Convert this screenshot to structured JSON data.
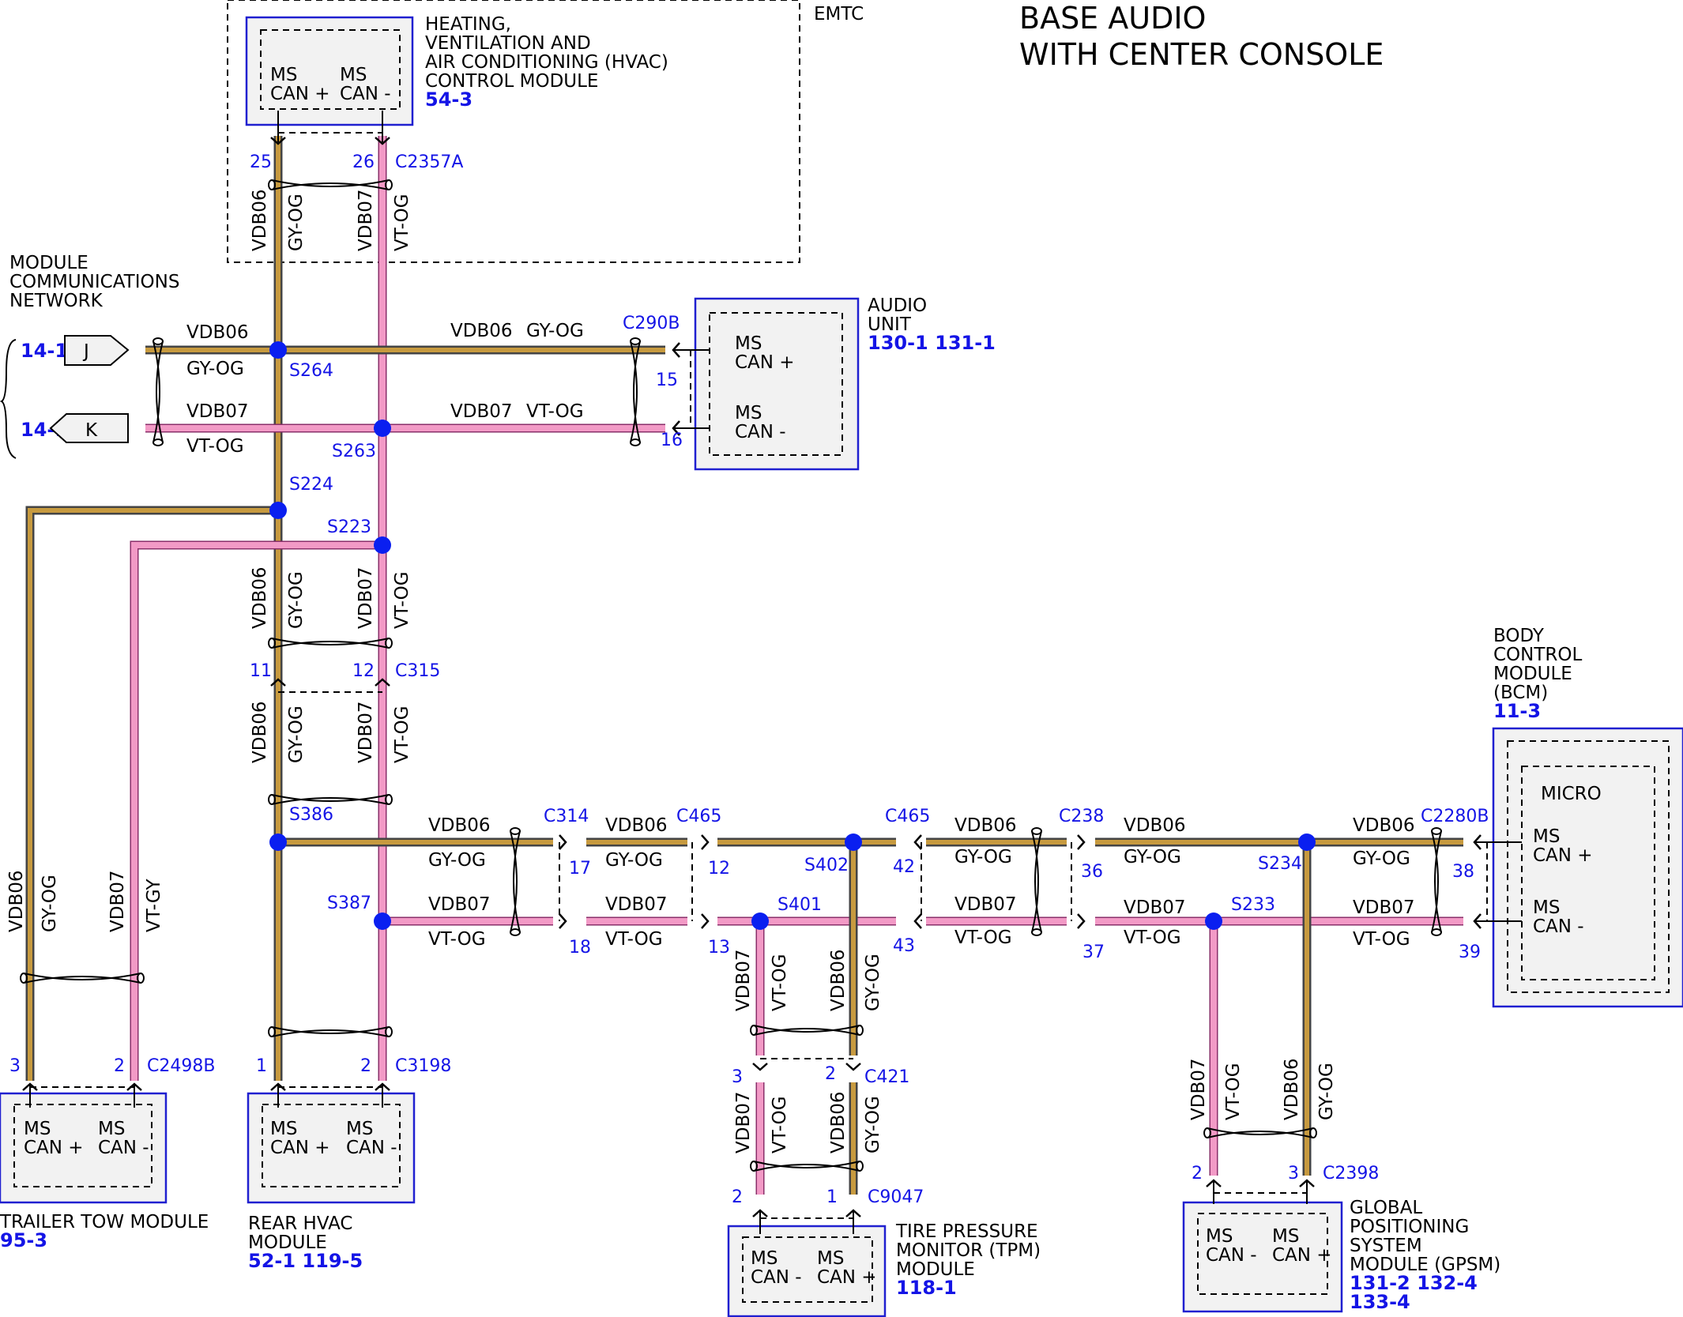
{
  "title": {
    "line1": "BASE AUDIO",
    "line2": "WITH CENTER CONSOLE"
  },
  "emtc": "EMTC",
  "wire": {
    "vdb06": "VDB06",
    "vdb07": "VDB07",
    "gy_og": "GY-OG",
    "vt_og": "VT-OG",
    "vt_gy": "VT-GY"
  },
  "colors": {
    "gy_og_fill": "#c79a3f",
    "vt_og_fill": "#f29ac6",
    "splice": "#0a1ff0",
    "module_border": "#2020d0",
    "label_blue": "#1414e6"
  },
  "mcn": {
    "line1": "MODULE",
    "line2": "COMMUNICATIONS",
    "line3": "NETWORK",
    "ref_j": "14-1",
    "ref_k": "14-1",
    "pin_j": "J",
    "pin_k": "K"
  },
  "modules": {
    "hvac": {
      "l1": "HEATING,",
      "l2": "VENTILATION AND",
      "l3": "AIR CONDITIONING (HVAC)",
      "l4": "CONTROL MODULE",
      "ref": "54-3",
      "p1a": "MS",
      "p1b": "CAN +",
      "p2a": "MS",
      "p2b": "CAN -"
    },
    "audio": {
      "l1": "AUDIO",
      "l2": "UNIT",
      "ref": "130-1 131-1",
      "p1a": "MS",
      "p1b": "CAN +",
      "p2a": "MS",
      "p2b": "CAN -"
    },
    "bcm": {
      "l1": "BODY",
      "l2": "CONTROL",
      "l3": "MODULE",
      "l4": "(BCM)",
      "ref": "11-3",
      "micro": "MICRO",
      "p1a": "MS",
      "p1b": "CAN +",
      "p2a": "MS",
      "p2b": "CAN -"
    },
    "trailer": {
      "l1": "TRAILER TOW MODULE",
      "ref": "95-3",
      "p1a": "MS",
      "p1b": "CAN +",
      "p2a": "MS",
      "p2b": "CAN -"
    },
    "rear_hvac": {
      "l1": "REAR HVAC",
      "l2": "MODULE",
      "ref": "52-1  119-5",
      "p1a": "MS",
      "p1b": "CAN +",
      "p2a": "MS",
      "p2b": "CAN -"
    },
    "tpm": {
      "l1": "TIRE PRESSURE",
      "l2": "MONITOR (TPM)",
      "l3": "MODULE",
      "ref": "118-1",
      "p1a": "MS",
      "p1b": "CAN -",
      "p2a": "MS",
      "p2b": "CAN +"
    },
    "gpsm": {
      "l1": "GLOBAL",
      "l2": "POSITIONING",
      "l3": "SYSTEM",
      "l4": "MODULE (GPSM)",
      "ref1": "131-2 132-4",
      "ref2": "133-4",
      "p1a": "MS",
      "p1b": "CAN -",
      "p2a": "MS",
      "p2b": "CAN +"
    }
  },
  "connectors": {
    "c2357a": "C2357A",
    "c290b": "C290B",
    "c315": "C315",
    "c314": "C314",
    "c465a": "C465",
    "c465b": "C465",
    "c238": "C238",
    "c2280b": "C2280B",
    "c2498b": "C2498B",
    "c3198": "C3198",
    "c421": "C421",
    "c9047": "C9047",
    "c2398": "C2398"
  },
  "splices": {
    "s264": "S264",
    "s263": "S263",
    "s224": "S224",
    "s223": "S223",
    "s386": "S386",
    "s387": "S387",
    "s401": "S401",
    "s402": "S402",
    "s233": "S233",
    "s234": "S234"
  },
  "pins": {
    "p25": "25",
    "p26": "26",
    "p15": "15",
    "p16": "16",
    "p11": "11",
    "p12": "12",
    "p17": "17",
    "p18": "18",
    "p12b": "12",
    "p13": "13",
    "p42": "42",
    "p43": "43",
    "p36": "36",
    "p37": "37",
    "p38": "38",
    "p39": "39",
    "p3t": "3",
    "p2t": "2",
    "p1r": "1",
    "p2r": "2",
    "p3tpm": "3",
    "p2tpm": "2",
    "p2c9047": "2",
    "p1c9047": "1",
    "p2g": "2",
    "p3g": "3"
  }
}
